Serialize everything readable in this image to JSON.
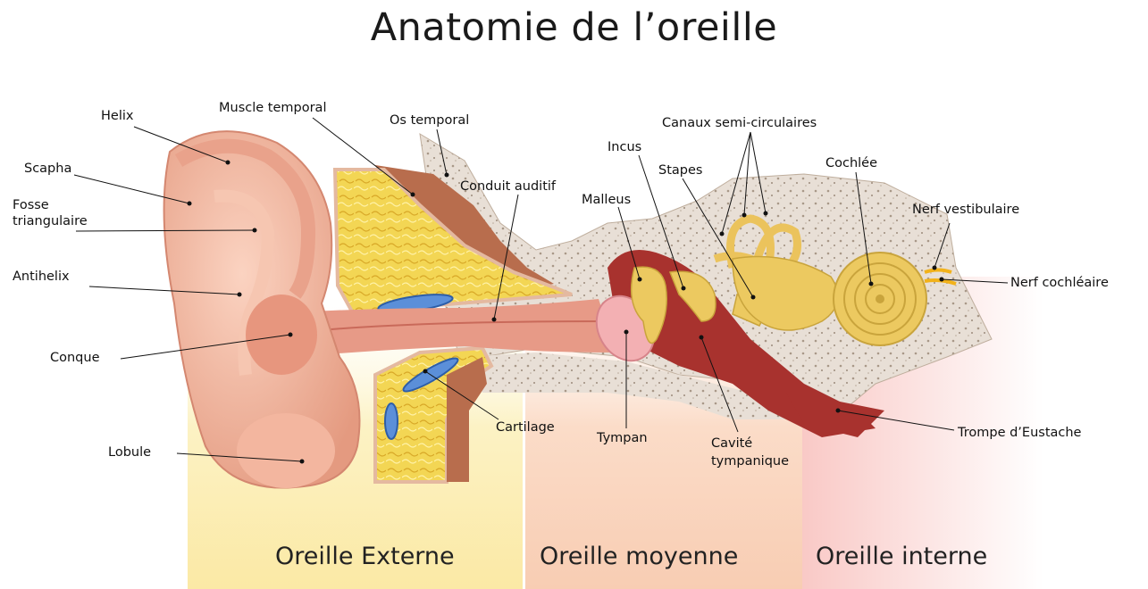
{
  "title": "Anatomie de l’oreille",
  "labels": {
    "helix": "Helix",
    "scapha": "Scapha",
    "fosse_triangulaire": [
      "Fosse",
      "triangulaire"
    ],
    "antihelix": "Antihelix",
    "conque": "Conque",
    "lobule": "Lobule",
    "muscle_temporal": "Muscle temporal",
    "os_temporal": "Os temporal",
    "conduit_auditif": "Conduit auditif",
    "cartilage": "Cartilage",
    "incus": "Incus",
    "malleus": "Malleus",
    "stapes": "Stapes",
    "canaux": "Canaux semi-circulaires",
    "cochlee": "Cochlée",
    "nerf_vestibulaire": "Nerf vestibulaire",
    "nerf_cochleaire": "Nerf cochléaire",
    "tympan": "Tympan",
    "cavite_tympanique": [
      "Cavité",
      "tympanique"
    ],
    "trompe": "Trompe d’Eustache"
  },
  "regions": {
    "externe": "Oreille Externe",
    "moyenne": "Oreille moyenne",
    "interne": "Oreille interne"
  },
  "colors": {
    "externe_band": "#fbf0b8",
    "moyenne_band": "#fbd9c4",
    "interne_band": "#fbd4d4",
    "skin": "#f0b49c",
    "bone": "#e6dcd2",
    "muscle": "#b56a4a",
    "cartilage": "#f2d35a",
    "cavity": "#a8322e",
    "ossicle": "#ecc960"
  }
}
